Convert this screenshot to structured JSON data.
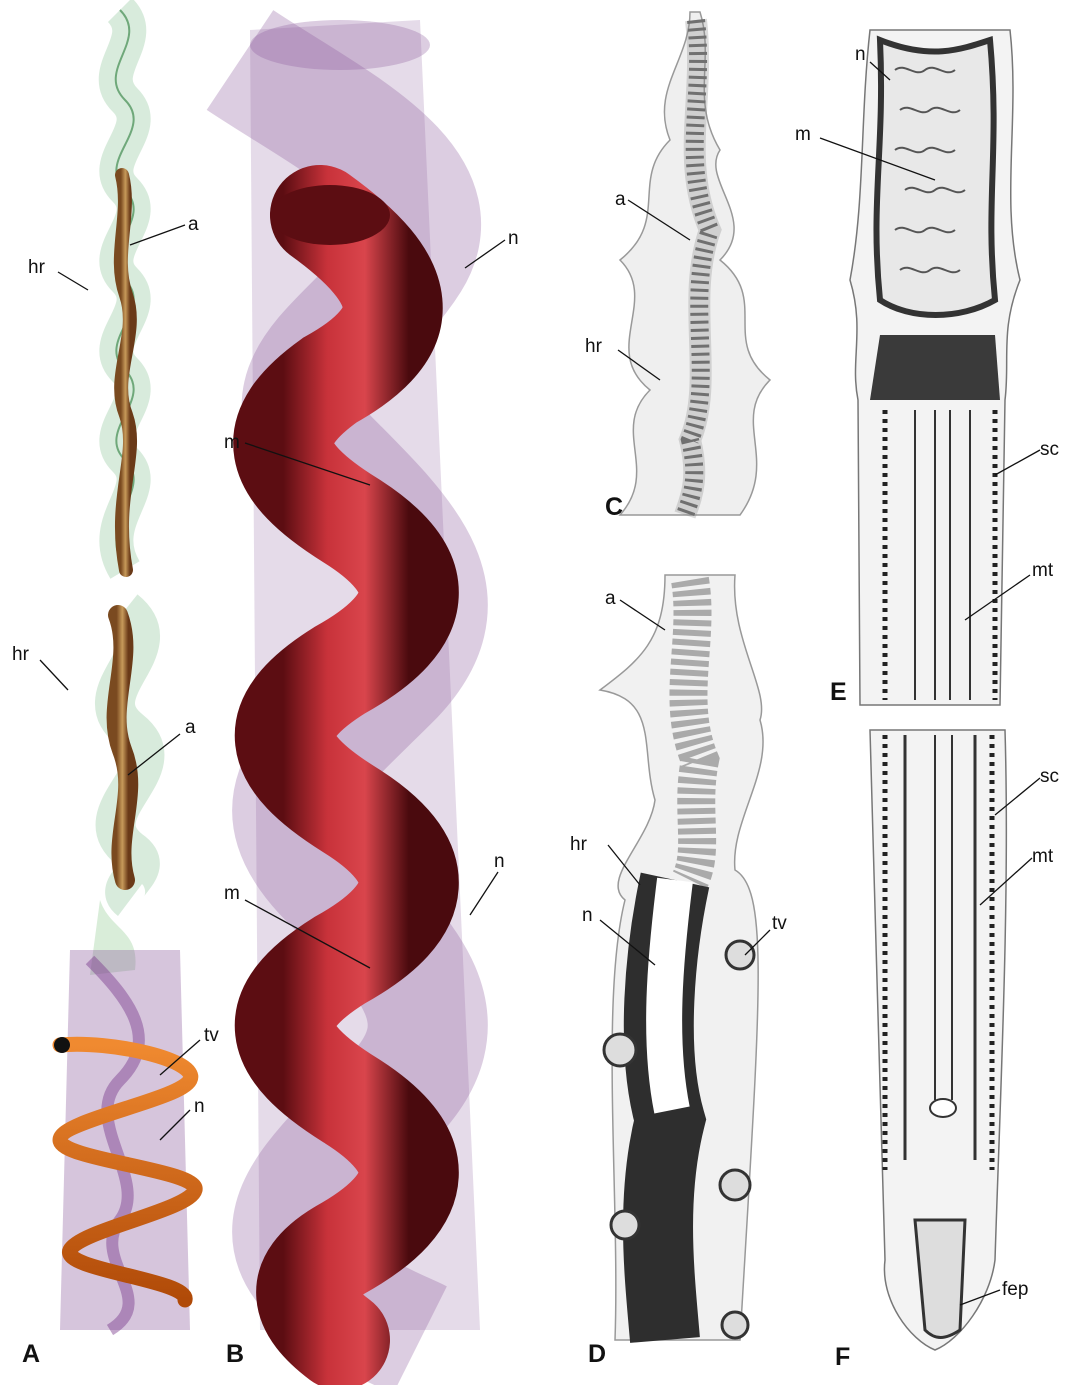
{
  "figure": {
    "panels": {
      "A": {
        "letter": "A",
        "labels": {
          "a1": "a",
          "hr1": "hr",
          "hr2": "hr",
          "a2": "a",
          "tv": "tv",
          "n": "n"
        }
      },
      "B": {
        "letter": "B",
        "labels": {
          "n1": "n",
          "m1": "m",
          "n2": "n",
          "m2": "m"
        }
      },
      "C": {
        "letter": "C",
        "labels": {
          "a": "a",
          "hr": "hr"
        }
      },
      "D": {
        "letter": "D",
        "labels": {
          "a": "a",
          "hr": "hr",
          "n": "n",
          "tv": "tv"
        }
      },
      "E": {
        "letter": "E",
        "labels": {
          "n": "n",
          "m": "m",
          "sc": "sc",
          "mt": "mt"
        }
      },
      "F": {
        "letter": "F",
        "labels": {
          "sc": "sc",
          "mt": "mt",
          "fep": "fep"
        }
      }
    },
    "colors": {
      "model_red": "#b8262a",
      "model_red_dark": "#5c0d12",
      "sheath_purple": "#8a5a9c",
      "axis_green": "#8fc59a",
      "tube_orange": "#e06a10",
      "ink": "#2a2a2a"
    }
  }
}
